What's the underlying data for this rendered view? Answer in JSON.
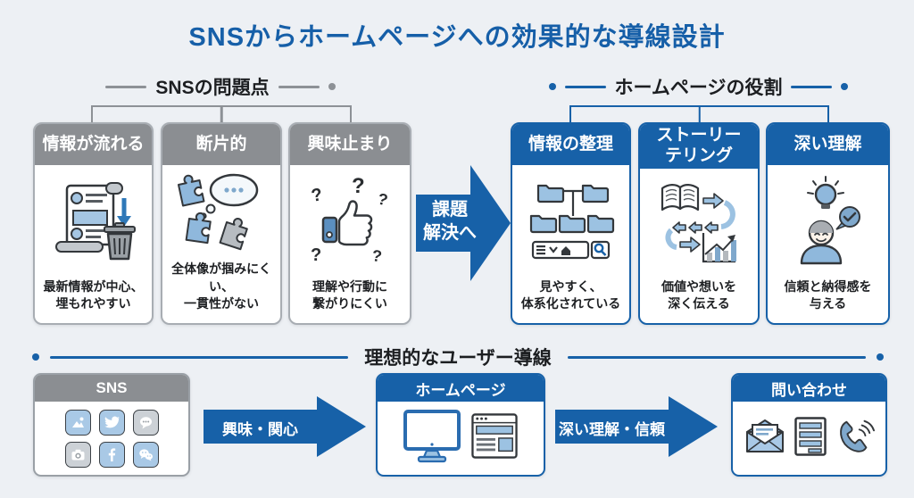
{
  "title": "SNSからホームページへの効果的な導線設計",
  "sns_problems": {
    "heading": "SNSの問題点",
    "cards": [
      {
        "header": "情報が流れる",
        "icon": "news-feed-trash-icon",
        "text": "最新情報が中心、\n埋もれやすい"
      },
      {
        "header": "断片的",
        "icon": "puzzle-pieces-icon",
        "text": "全体像が掴みにくい、\n一貫性がない"
      },
      {
        "header": "興味止まり",
        "icon": "thumbs-up-questions-icon",
        "text": "理解や行動に\n繋がりにくい"
      }
    ]
  },
  "transition_arrow": {
    "label": "課題\n解決へ"
  },
  "homepage_roles": {
    "heading": "ホームページの役割",
    "cards": [
      {
        "header": "情報の整理",
        "icon": "folder-structure-search-icon",
        "text": "見やすく、\n体系化されている"
      },
      {
        "header": "ストーリー\nテリング",
        "icon": "storytelling-flow-icon",
        "text": "価値や想いを\n深く伝える"
      },
      {
        "header": "深い理解",
        "icon": "person-insight-icon",
        "text": "信頼と納得感を\n与える"
      }
    ]
  },
  "user_flow": {
    "heading": "理想的なユーザー導線",
    "steps": [
      {
        "label": "SNS",
        "icons": [
          "photo-icon",
          "twitter-icon",
          "chat-icon",
          "camera-icon",
          "facebook-icon",
          "wechat-icon"
        ]
      },
      {
        "label": "ホームページ",
        "icons": [
          "monitor-icon",
          "webpage-icon"
        ]
      },
      {
        "label": "問い合わせ",
        "icons": [
          "email-icon",
          "form-icon",
          "phone-icon"
        ]
      }
    ],
    "arrows": [
      {
        "label": "興味・関心"
      },
      {
        "label": "深い理解・信頼"
      }
    ]
  },
  "colors": {
    "primary_blue": "#1761a8",
    "header_gray": "#8b8e92",
    "icon_light_blue": "#a5c6e3",
    "background": "#edf0f4"
  }
}
